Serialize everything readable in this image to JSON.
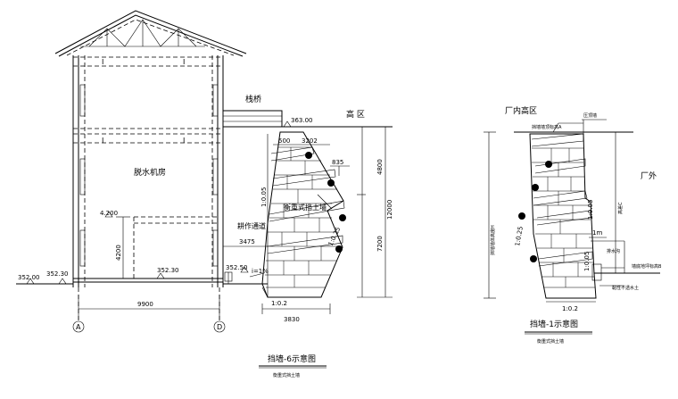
{
  "left": {
    "labels": {
      "trestle": "栈桥",
      "high_zone": "高 区",
      "dewater_room": "脱水机房",
      "retaining_wall": "衡重式挡土墙",
      "service_road": "耕作通道",
      "top_elev": "363.00",
      "elev_4200": "4.200",
      "elev_352_00": "352.00",
      "elev_352_30_a": "352.30",
      "elev_352_30_b": "352.30",
      "elev_352_50": "352.50",
      "slope_i": "i=1%",
      "grade_1": "1:0.05",
      "grade_2": "1:0.25",
      "grade_3": "1:0.2",
      "dim_500": "500",
      "dim_3202": "3202",
      "dim_835": "835",
      "dim_3475": "3475",
      "dim_4200v": "4200",
      "dim_4800": "4800",
      "dim_12000": "12000",
      "dim_7200": "7200",
      "dim_9900": "9900",
      "dim_3830": "3830",
      "axis_a": "A",
      "axis_d": "D"
    },
    "caption": {
      "title": "挡墙-6示意图",
      "subtitle": "衡重式挡土墙"
    }
  },
  "right": {
    "labels": {
      "factory_high": "厂内高区",
      "factory_out": "厂外",
      "top_note_1": "挡墙墙顶标高A",
      "top_note_2": "压顶墙",
      "grade_1": "1:0.05",
      "grade_2": "1:0.25",
      "grade_3": "1:0.2",
      "grade_4": "1:0.05",
      "dim_1m": "1m",
      "height_label": "挡墙墙体高度H",
      "c_label": "高差C",
      "drain_ditch": "排水沟",
      "ground_label": "墙底地坪标高B",
      "fill_note": "黏性不透水土"
    },
    "caption": {
      "title": "挡墙-1示意图",
      "subtitle": "衡重式挡土墙"
    }
  }
}
